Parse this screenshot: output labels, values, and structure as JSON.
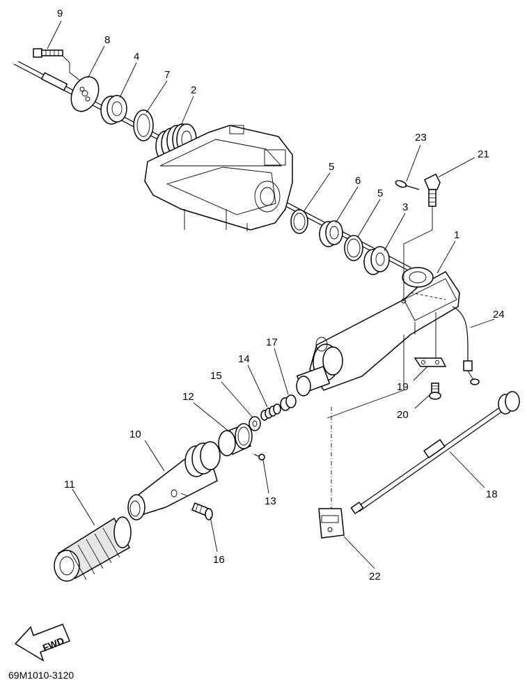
{
  "callouts": [
    "9",
    "8",
    "4",
    "7",
    "2",
    "23",
    "21",
    "5",
    "6",
    "5",
    "3",
    "1",
    "24",
    "17",
    "14",
    "15",
    "12",
    "19",
    "20",
    "10",
    "13",
    "11",
    "18",
    "16",
    "22"
  ],
  "fwd_label": "FWD",
  "diagram_code": "69M1010-3120",
  "colors": {
    "ink": "#000000",
    "paper": "#ffffff",
    "shade": "#e6e6e6"
  }
}
